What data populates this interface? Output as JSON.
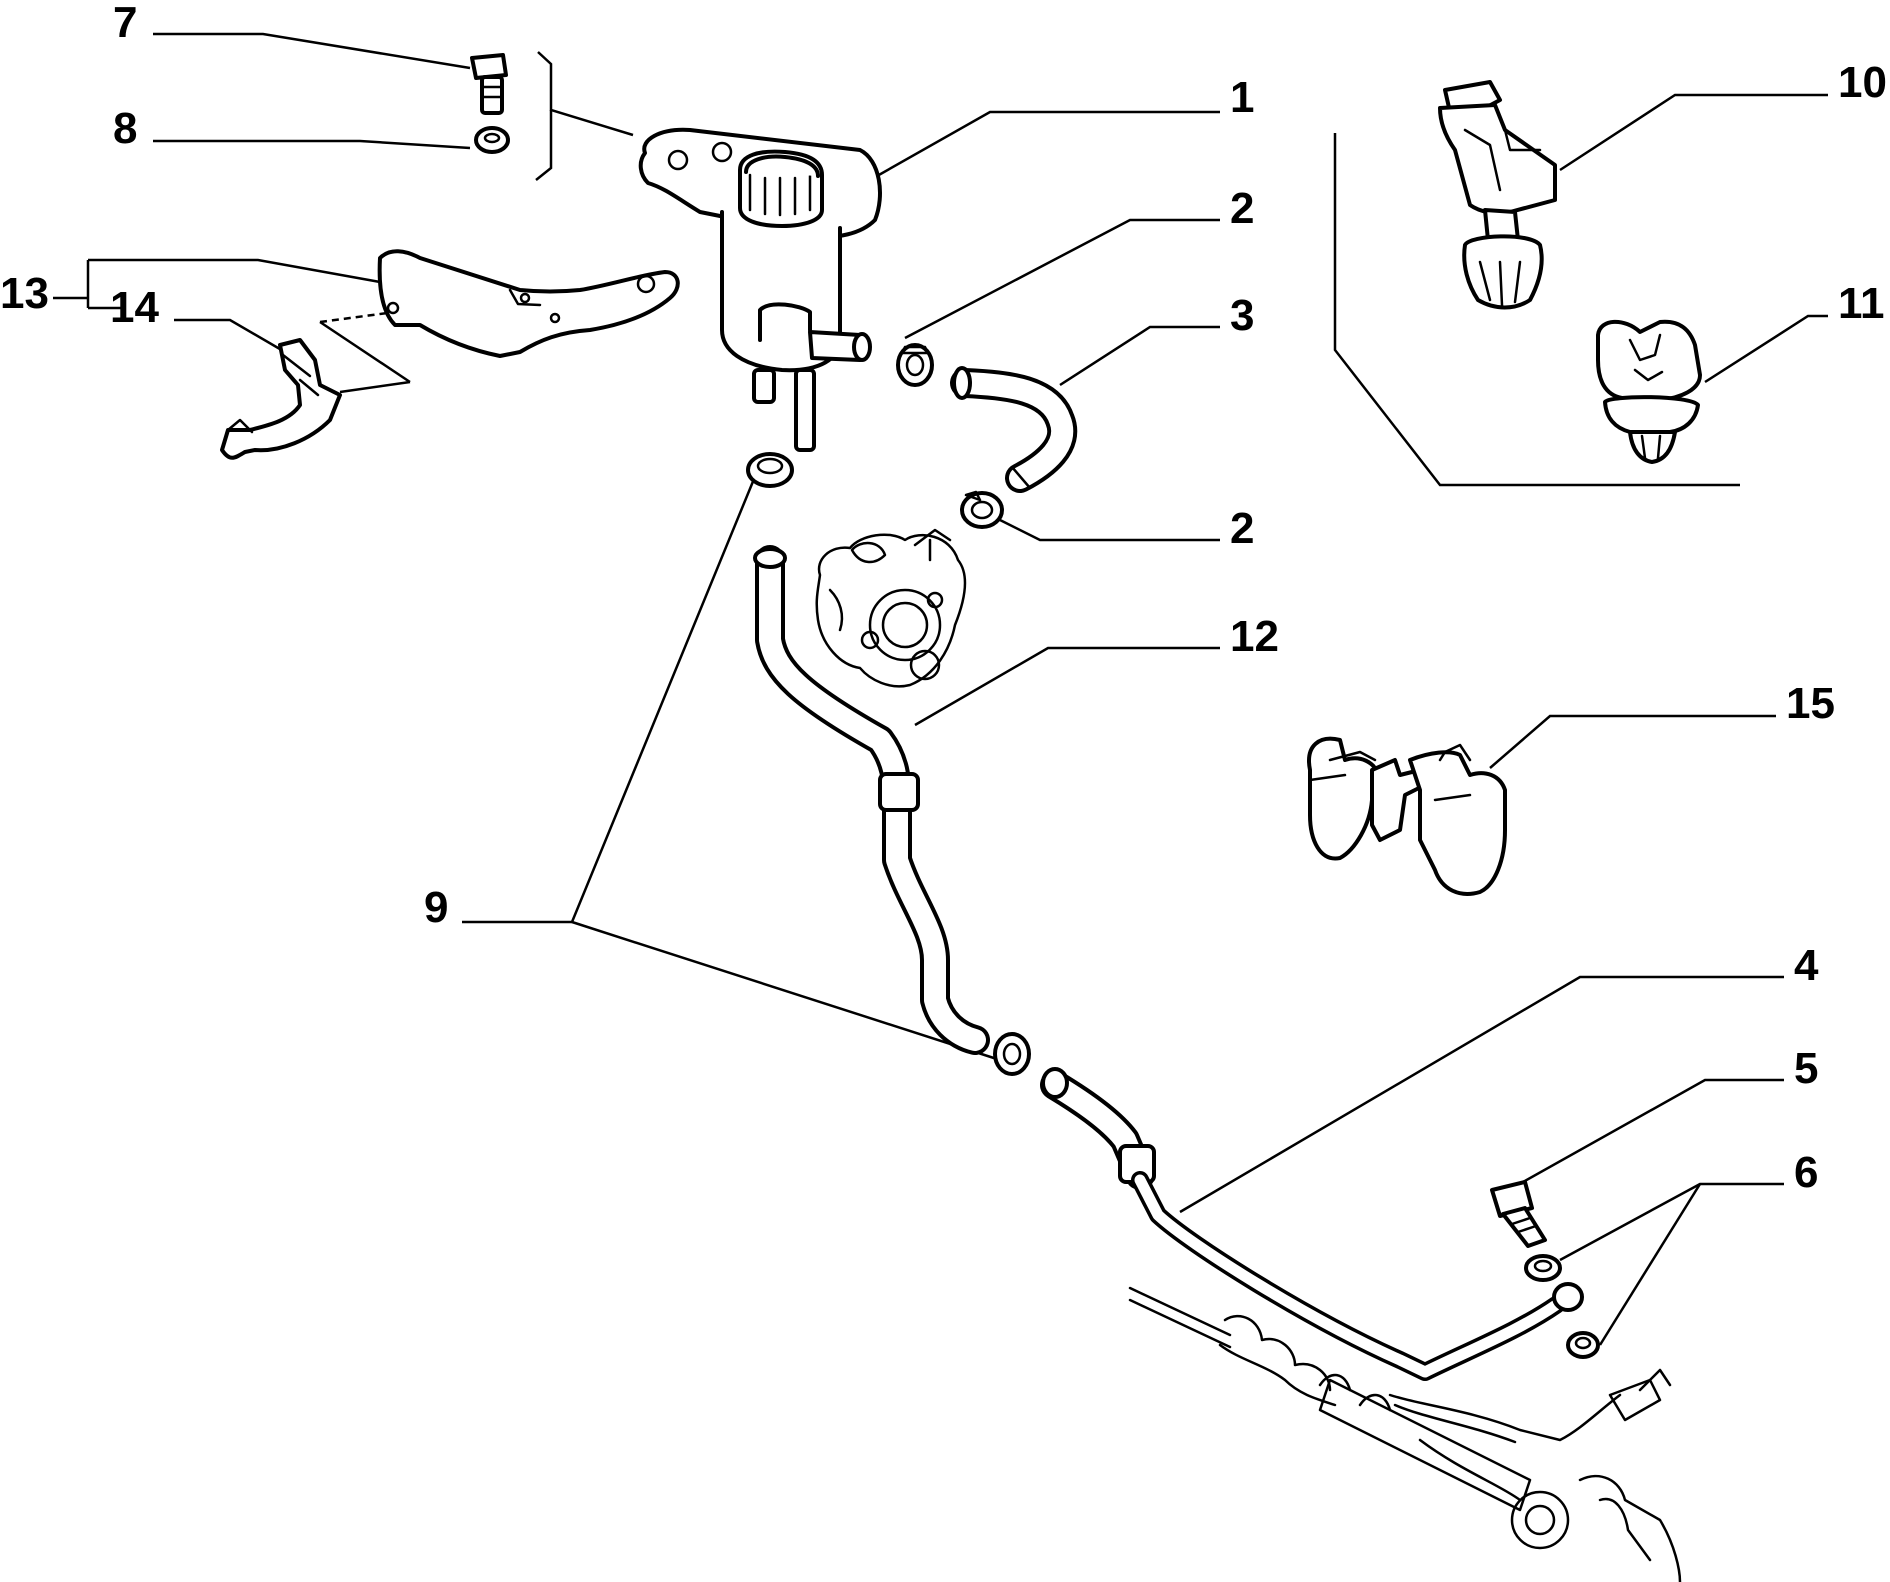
{
  "labels": {
    "l1": "1",
    "l2a": "2",
    "l2b": "2",
    "l3": "3",
    "l4": "4",
    "l5": "5",
    "l6": "6",
    "l7": "7",
    "l8": "8",
    "l9": "9",
    "l10": "10",
    "l11": "11",
    "l12": "12",
    "l13": "13",
    "l14": "14",
    "l15": "15"
  }
}
